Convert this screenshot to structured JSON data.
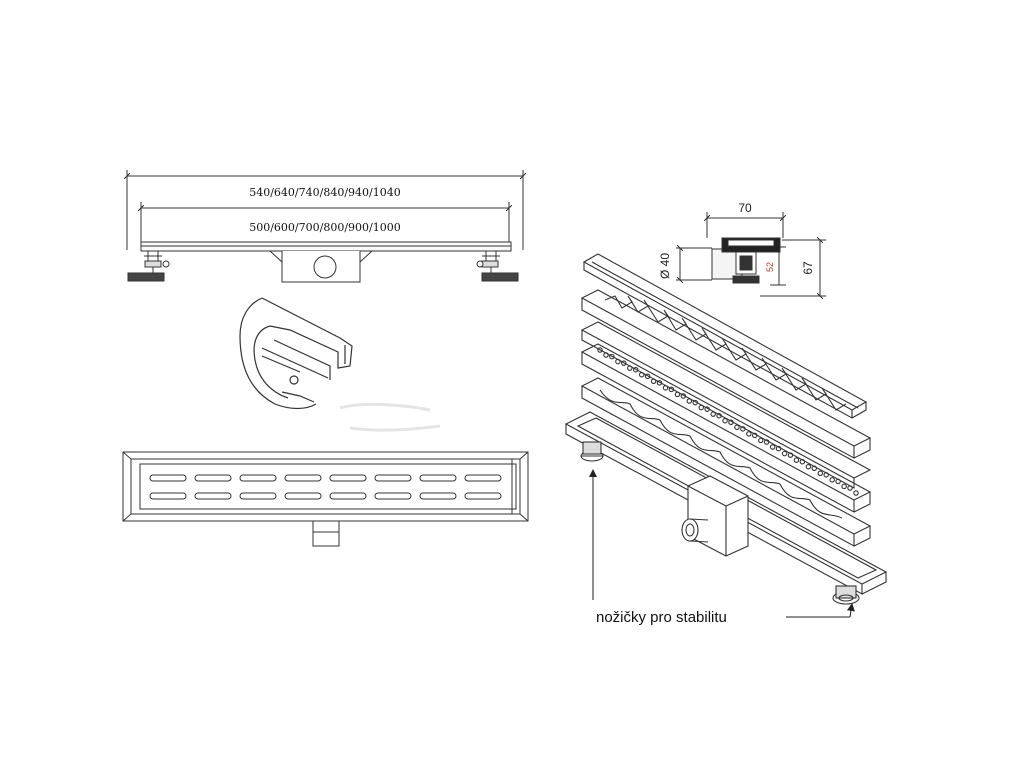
{
  "top_view": {
    "outer_dimension": "540/640/740/840/940/1040",
    "inner_dimension": "500/600/700/800/900/1000"
  },
  "section_view": {
    "width": "70",
    "height": "67",
    "diameter": "Ø 40",
    "drain_height": "52",
    "drain_height_color": "#c0392b"
  },
  "callout": {
    "label": "nožičky pro stabilitu"
  }
}
